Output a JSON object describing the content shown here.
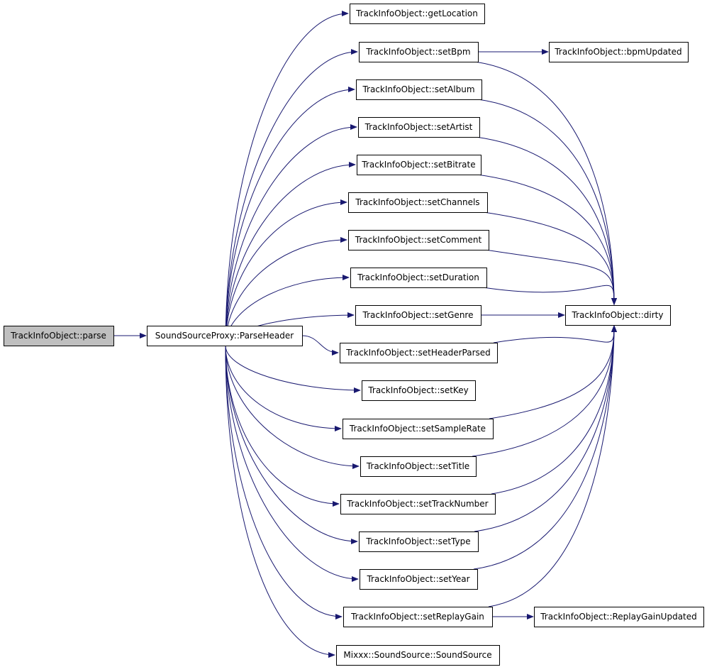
{
  "diagram": {
    "colors": {
      "edge": "#191970",
      "node_fill": "#ffffff",
      "focus_fill": "#bfbfbf",
      "border": "#000000"
    },
    "nodes": [
      {
        "id": "parse",
        "label": "TrackInfoObject::parse",
        "focus": true
      },
      {
        "id": "parseHeader",
        "label": "SoundSourceProxy::ParseHeader"
      },
      {
        "id": "getLocation",
        "label": "TrackInfoObject::getLocation"
      },
      {
        "id": "setBpm",
        "label": "TrackInfoObject::setBpm"
      },
      {
        "id": "bpmUpdated",
        "label": "TrackInfoObject::bpmUpdated"
      },
      {
        "id": "setAlbum",
        "label": "TrackInfoObject::setAlbum"
      },
      {
        "id": "setArtist",
        "label": "TrackInfoObject::setArtist"
      },
      {
        "id": "setBitrate",
        "label": "TrackInfoObject::setBitrate"
      },
      {
        "id": "setChannels",
        "label": "TrackInfoObject::setChannels"
      },
      {
        "id": "setComment",
        "label": "TrackInfoObject::setComment"
      },
      {
        "id": "setDuration",
        "label": "TrackInfoObject::setDuration"
      },
      {
        "id": "setGenre",
        "label": "TrackInfoObject::setGenre"
      },
      {
        "id": "dirty",
        "label": "TrackInfoObject::dirty"
      },
      {
        "id": "setHeaderParsed",
        "label": "TrackInfoObject::setHeaderParsed"
      },
      {
        "id": "setKey",
        "label": "TrackInfoObject::setKey"
      },
      {
        "id": "setSampleRate",
        "label": "TrackInfoObject::setSampleRate"
      },
      {
        "id": "setTitle",
        "label": "TrackInfoObject::setTitle"
      },
      {
        "id": "setTrackNumber",
        "label": "TrackInfoObject::setTrackNumber"
      },
      {
        "id": "setType",
        "label": "TrackInfoObject::setType"
      },
      {
        "id": "setYear",
        "label": "TrackInfoObject::setYear"
      },
      {
        "id": "setReplayGain",
        "label": "TrackInfoObject::setReplayGain"
      },
      {
        "id": "replayGainUpdated",
        "label": "TrackInfoObject::ReplayGainUpdated"
      },
      {
        "id": "soundSource",
        "label": "Mixxx::SoundSource::SoundSource"
      }
    ],
    "edges": [
      {
        "from": "parse",
        "to": "parseHeader"
      },
      {
        "from": "parseHeader",
        "to": "getLocation"
      },
      {
        "from": "parseHeader",
        "to": "setBpm"
      },
      {
        "from": "parseHeader",
        "to": "setAlbum"
      },
      {
        "from": "parseHeader",
        "to": "setArtist"
      },
      {
        "from": "parseHeader",
        "to": "setBitrate"
      },
      {
        "from": "parseHeader",
        "to": "setChannels"
      },
      {
        "from": "parseHeader",
        "to": "setComment"
      },
      {
        "from": "parseHeader",
        "to": "setDuration"
      },
      {
        "from": "parseHeader",
        "to": "setGenre"
      },
      {
        "from": "parseHeader",
        "to": "setHeaderParsed"
      },
      {
        "from": "parseHeader",
        "to": "setKey"
      },
      {
        "from": "parseHeader",
        "to": "setSampleRate"
      },
      {
        "from": "parseHeader",
        "to": "setTitle"
      },
      {
        "from": "parseHeader",
        "to": "setTrackNumber"
      },
      {
        "from": "parseHeader",
        "to": "setType"
      },
      {
        "from": "parseHeader",
        "to": "setYear"
      },
      {
        "from": "parseHeader",
        "to": "setReplayGain"
      },
      {
        "from": "parseHeader",
        "to": "soundSource"
      },
      {
        "from": "setBpm",
        "to": "bpmUpdated"
      },
      {
        "from": "setBpm",
        "to": "dirty"
      },
      {
        "from": "setAlbum",
        "to": "dirty"
      },
      {
        "from": "setArtist",
        "to": "dirty"
      },
      {
        "from": "setBitrate",
        "to": "dirty"
      },
      {
        "from": "setChannels",
        "to": "dirty"
      },
      {
        "from": "setComment",
        "to": "dirty"
      },
      {
        "from": "setDuration",
        "to": "dirty"
      },
      {
        "from": "setGenre",
        "to": "dirty"
      },
      {
        "from": "setHeaderParsed",
        "to": "dirty"
      },
      {
        "from": "setSampleRate",
        "to": "dirty"
      },
      {
        "from": "setTitle",
        "to": "dirty"
      },
      {
        "from": "setTrackNumber",
        "to": "dirty"
      },
      {
        "from": "setType",
        "to": "dirty"
      },
      {
        "from": "setYear",
        "to": "dirty"
      },
      {
        "from": "setReplayGain",
        "to": "dirty"
      },
      {
        "from": "setReplayGain",
        "to": "replayGainUpdated"
      }
    ]
  }
}
